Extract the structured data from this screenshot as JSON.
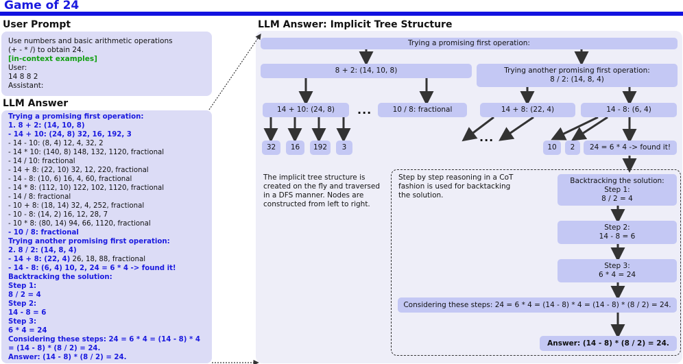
{
  "title": "Game of 24",
  "user_prompt": {
    "heading": "User Prompt",
    "lines": [
      "Use numbers and basic arithmetic operations",
      "(+ - * /) to obtain 24.",
      "[in-context examples]",
      "User:",
      "14 8 8 2",
      "Assistant:"
    ]
  },
  "llm_answer": {
    "heading": "LLM Answer",
    "lines": [
      {
        "text": "Trying a promising first operation:",
        "bold": true
      },
      {
        "text": "1. 8 + 2: (14, 10, 8)",
        "bold": true
      },
      {
        "text": "- 14 + 10: (24, 8) 32, 16, 192, 3",
        "bold": true
      },
      {
        "text": "- 14 - 10: (8, 4) 12, 4, 32, 2",
        "bold": false
      },
      {
        "text": "- 14 * 10: (140, 8) 148, 132, 1120, fractional",
        "bold": false
      },
      {
        "text": "- 14 / 10: fractional",
        "bold": false
      },
      {
        "text": "- 14 + 8: (22, 10) 32, 12, 220, fractional",
        "bold": false
      },
      {
        "text": "- 14 - 8: (10, 6) 16, 4, 60, fractional",
        "bold": false
      },
      {
        "text": "- 14 * 8: (112, 10) 122, 102, 1120, fractional",
        "bold": false
      },
      {
        "text": "- 14 / 8: fractional",
        "bold": false
      },
      {
        "text": "- 10 + 8: (18, 14) 32, 4, 252, fractional",
        "bold": false
      },
      {
        "text": "- 10 - 8: (14, 2) 16, 12, 28, 7",
        "bold": false
      },
      {
        "text": "- 10 * 8: (80, 14) 94, 66, 1120, fractional",
        "bold": false
      },
      {
        "text": "- 10 / 8: fractional",
        "bold": true
      },
      {
        "text": "Trying another promising first operation:",
        "bold": true
      },
      {
        "text": "2. 8 / 2: (14, 8, 4)",
        "bold": true
      },
      {
        "text": "- 14 + 8: (22, 4)",
        "bold": true,
        "rest": " 26, 18, 88, fractional"
      },
      {
        "text": "- 14 - 8: (6, 4) 10, 2, 24 = 6 * 4 -> found it!",
        "bold": true
      },
      {
        "text": "Backtracking the solution:",
        "bold": true
      },
      {
        "text": "Step 1:",
        "bold": true
      },
      {
        "text": "8 / 2 = 4",
        "bold": true
      },
      {
        "text": "Step 2:",
        "bold": true
      },
      {
        "text": "14 - 8 = 6",
        "bold": true
      },
      {
        "text": "Step 3:",
        "bold": true
      },
      {
        "text": "6 * 4 = 24",
        "bold": true
      },
      {
        "text": "Considering these steps: 24 = 6 * 4 = (14 - 8) * 4",
        "bold": true
      },
      {
        "text": "= (14 - 8) * (8 / 2) = 24.",
        "bold": true
      },
      {
        "text": "Answer: (14 - 8) * (8 / 2) = 24.",
        "bold": true
      }
    ]
  },
  "tree": {
    "heading": "LLM Answer: Implicit Tree Structure",
    "root": "Trying a promising first operation:",
    "n_8p2": "8 + 2: (14, 10, 8)",
    "n_another": "Trying another promising first operation:\n8 / 2: (14, 8, 4)",
    "n_14p10": "14 + 10: (24, 8)",
    "n_10d8": "10 / 8: fractional",
    "n_14p8": "14 + 8: (22, 4)",
    "n_14m8": "14 - 8: (6, 4)",
    "leaves_left": [
      "32",
      "16",
      "192",
      "3"
    ],
    "leaves_right": [
      "10",
      "2"
    ],
    "found": "24 = 6 * 4 -> found it!",
    "ellipsis": "...",
    "note_implicit": "The implicit tree structure is\ncreated on the fly and traversed\nin a DFS manner. Nodes are\nconstructed from left to right.",
    "note_cot": "Step by step reasoning in a CoT\nfashion is used for backtacking\nthe solution.",
    "backtrack": "Backtracking the solution:\nStep 1:\n8 / 2 = 4",
    "step2": "Step 2:\n14 - 8 = 6",
    "step3": "Step 3:\n6 * 4 = 24",
    "considering": "Considering these steps: 24 = 6 * 4 = (14 - 8) * 4 = (14 - 8) * (8 / 2) = 24.",
    "answer": "Answer: (14 - 8) * (8 / 2) = 24."
  }
}
